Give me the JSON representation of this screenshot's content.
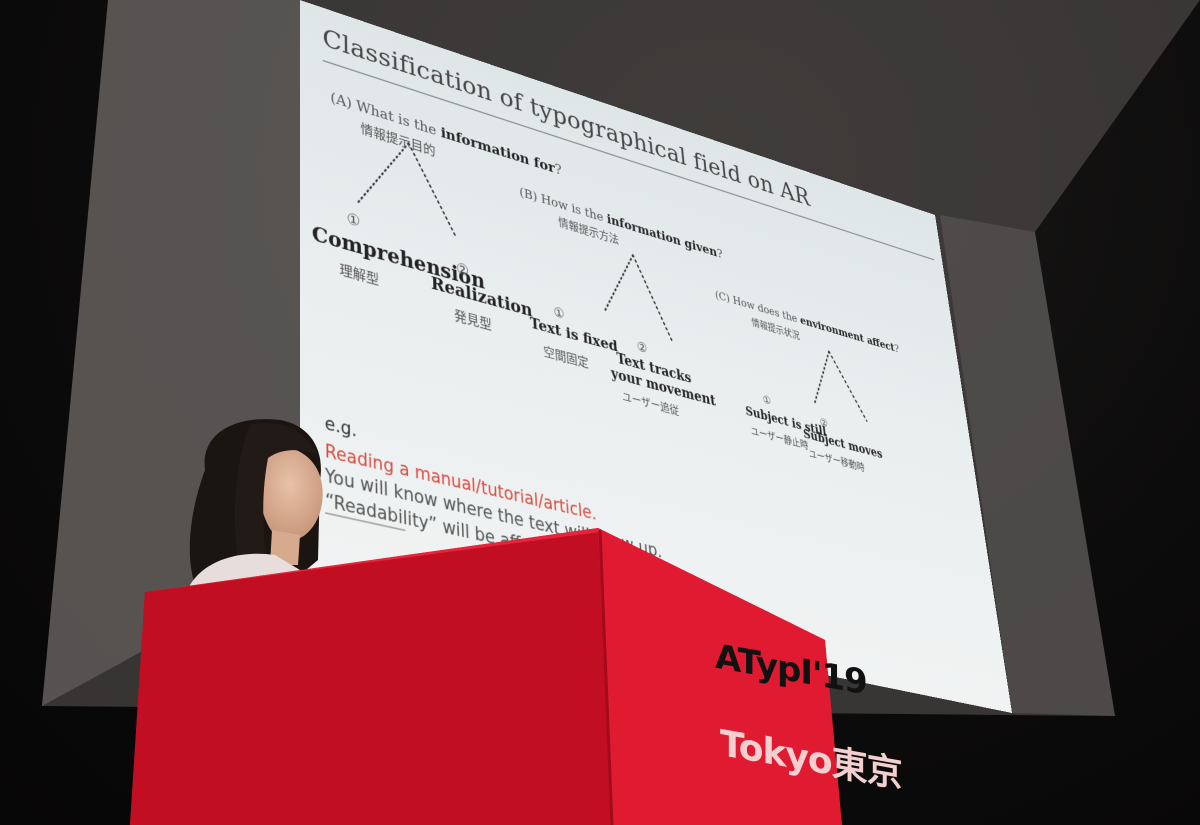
{
  "slide": {
    "title": "Classification of typographical field on AR",
    "section_a": {
      "question_prefix": "(A) What is the ",
      "question_bold": "information for",
      "question_suffix": "?",
      "japanese": "情報提示目的",
      "option1_number": "①",
      "option1_label": "Comprehension",
      "option1_japanese": "理解型",
      "option2_number": "②",
      "option2_label": "Realization",
      "option2_japanese": "発見型"
    },
    "section_b": {
      "question_prefix": "(B) How is the ",
      "question_bold": "information given",
      "question_suffix": "?",
      "japanese": "情報提示方法",
      "option1_number": "①",
      "option1_label": "Text is fixed",
      "option1_japanese": "空間固定",
      "option2_number": "②",
      "option2_label_line1": "Text tracks",
      "option2_label_line2": "your movement",
      "option2_japanese": "ユーザー追従"
    },
    "section_c": {
      "question_prefix": "(C) How does the ",
      "question_bold": "environment affect",
      "question_suffix": "?",
      "japanese": "情報提示状況",
      "option1_number": "①",
      "option1_label": "Subject is still",
      "option1_japanese": "ユーザー静止時",
      "option2_number": "②",
      "option2_label": "Subject moves",
      "option2_japanese": "ユーザー移動時"
    },
    "example": {
      "eg": "e.g.",
      "line1": "Reading a manual/tutorial/article.",
      "line2": "You will know where the text will show up.",
      "line3": "“Readability” will be affected."
    },
    "colors": {
      "highlight": "#d84a3e",
      "background": "#e9eeef"
    }
  },
  "lectern": {
    "logo_line1": "ATypI'19",
    "logo_line2": "Tokyo東京",
    "color": "#d8102a"
  }
}
